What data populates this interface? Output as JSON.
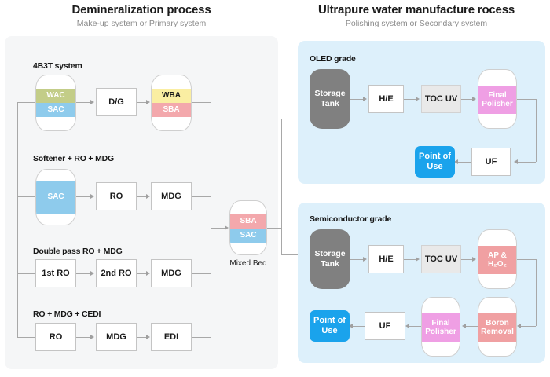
{
  "columns": {
    "left": {
      "title": "Demineralization process",
      "subtitle": "Make-up system or Primary system"
    },
    "right": {
      "title": "Ultrapure water manufacture rocess",
      "subtitle": "Polishing system or Secondary system"
    }
  },
  "colors": {
    "panel_left_bg": "#f5f6f7",
    "panel_right_bg": "#ddf0fb",
    "wac": "#c3cd88",
    "sac": "#8ecbec",
    "wba": "#faeea2",
    "sba": "#f3a8ac",
    "storage_tank": "#808080",
    "final_polisher": "#ef9fe4",
    "ap_h2o2": "#f0a0a2",
    "boron_removal": "#f0a0a2",
    "point_of_use": "#1aa3ec",
    "connector": "#a8a8a8"
  },
  "demineralization": {
    "rows": [
      {
        "label": "4B3T system",
        "nodes": [
          {
            "name": "cation-vessel",
            "type": "vessel",
            "bands": [
              {
                "label": "WAC",
                "color": "#c3cd88",
                "text": "#ffffff"
              },
              {
                "label": "SAC",
                "color": "#8ecbec",
                "text": "#ffffff"
              }
            ]
          },
          {
            "name": "degasser",
            "type": "box",
            "label": "D/G"
          },
          {
            "name": "anion-vessel",
            "type": "vessel",
            "bands": [
              {
                "label": "WBA",
                "color": "#faeea2",
                "text": "#1a1a1a"
              },
              {
                "label": "SBA",
                "color": "#f3a8ac",
                "text": "#ffffff"
              }
            ]
          }
        ]
      },
      {
        "label": "Softener + RO + MDG",
        "nodes": [
          {
            "name": "softener-vessel",
            "type": "vessel",
            "bands": [
              {
                "label": "SAC",
                "color": "#8ecbec",
                "text": "#ffffff"
              }
            ]
          },
          {
            "name": "ro-unit",
            "type": "box",
            "label": "RO"
          },
          {
            "name": "mdg-unit",
            "type": "box",
            "label": "MDG"
          }
        ]
      },
      {
        "label": "Double pass RO  + MDG",
        "nodes": [
          {
            "name": "first-ro-unit",
            "type": "box",
            "label": "1st RO"
          },
          {
            "name": "second-ro-unit",
            "type": "box",
            "label": "2nd RO"
          },
          {
            "name": "mdg-unit",
            "type": "box",
            "label": "MDG"
          }
        ]
      },
      {
        "label": "RO + MDG + CEDI",
        "nodes": [
          {
            "name": "ro-unit",
            "type": "box",
            "label": "RO"
          },
          {
            "name": "mdg-unit",
            "type": "box",
            "label": "MDG"
          },
          {
            "name": "edi-unit",
            "type": "box",
            "label": "EDI"
          }
        ]
      }
    ],
    "mixed_bed": {
      "caption": "Mixed Bed",
      "bands": [
        {
          "label": "SBA",
          "color": "#f3a8ac",
          "text": "#ffffff"
        },
        {
          "label": "SAC",
          "color": "#8ecbec",
          "text": "#ffffff"
        }
      ]
    }
  },
  "ultrapure": {
    "oled": {
      "label": "OLED grade",
      "top_row": [
        {
          "name": "storage-tank",
          "label": "Storage Tank"
        },
        {
          "name": "heat-exchanger",
          "label": "H/E"
        },
        {
          "name": "toc-uv",
          "label": "TOC UV"
        },
        {
          "name": "final-polisher",
          "label": "Final Polisher"
        }
      ],
      "bottom_row": [
        {
          "name": "point-of-use",
          "label": "Point of Use"
        },
        {
          "name": "uf-unit",
          "label": "UF"
        }
      ]
    },
    "semiconductor": {
      "label": "Semiconductor grade",
      "top_row": [
        {
          "name": "storage-tank",
          "label": "Storage Tank"
        },
        {
          "name": "heat-exchanger",
          "label": "H/E"
        },
        {
          "name": "toc-uv",
          "label": "TOC UV"
        },
        {
          "name": "ap-h2o2",
          "label": "AP & H₂O₂"
        }
      ],
      "bottom_row": [
        {
          "name": "point-of-use",
          "label": "Point of Use"
        },
        {
          "name": "uf-unit",
          "label": "UF"
        },
        {
          "name": "final-polisher",
          "label": "Final Polisher"
        },
        {
          "name": "boron-removal",
          "label": "Boron Removal"
        }
      ]
    }
  }
}
